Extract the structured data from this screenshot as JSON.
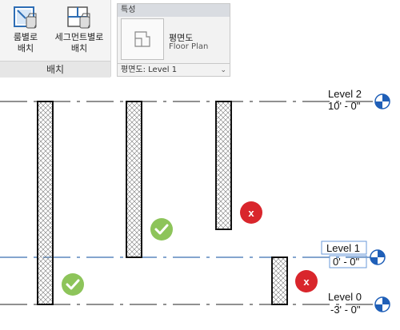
{
  "ribbon": {
    "buttons": [
      {
        "label": "룸별로\n배치",
        "icon": "place-by-room-icon"
      },
      {
        "label": "세그먼트별로\n배치",
        "icon": "place-by-segment-icon"
      }
    ],
    "group_label": "배치"
  },
  "properties": {
    "header": "특성",
    "type_name": "평면도",
    "type_name_en": "Floor Plan",
    "instance": "평면도: Level 1"
  },
  "levels": [
    {
      "name": "Level 2",
      "elevation": "10' - 0\""
    },
    {
      "name": "Level 1",
      "elevation": "0' - 0\""
    },
    {
      "name": "Level 0",
      "elevation": "-3' - 0\""
    }
  ],
  "colors": {
    "ok": "#8dc45a",
    "error": "#d9262c",
    "selection": "#4f7fc8"
  }
}
